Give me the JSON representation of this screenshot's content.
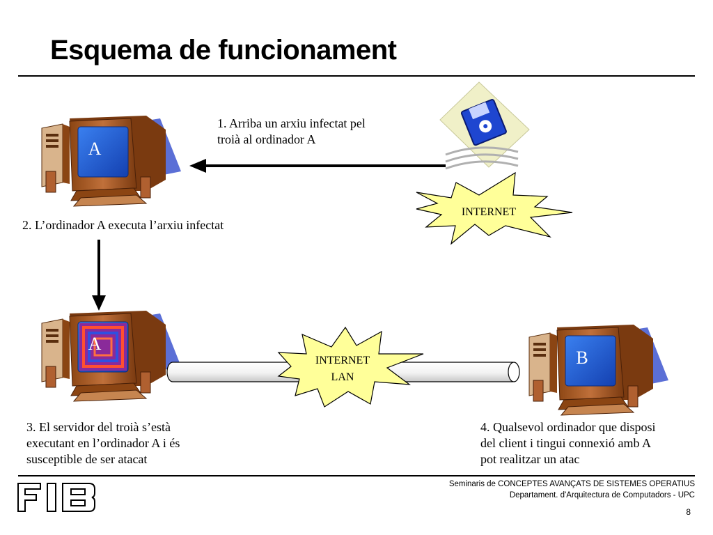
{
  "slide": {
    "title": "Esquema de funcionament",
    "page_number": "8"
  },
  "steps": {
    "step1": "1. Arriba un arxiu infectat pel\ntroià al ordinador A",
    "step2": "2. L’ordinador A executa l’arxiu infectat",
    "step3": "3. El servidor del troià s’està\nexecutant en l’ordinador A i és\nsusceptible de ser atacat",
    "step4": "4. Qualsevol ordinador que disposi\ndel client i tingui connexió amb A\npot realitzar un atac"
  },
  "nodes": {
    "computer_a_label": "A",
    "computer_a_infected_label": "A",
    "computer_b_label": "B",
    "internet_burst_label": "INTERNET",
    "lan_burst_line1": "INTERNET",
    "lan_burst_line2": "LAN"
  },
  "footer": {
    "line1": "Seminaris de CONCEPTES AVANÇATS DE SISTEMES OPERATIUS",
    "line2": "Departament.  d'Arquitectura de Computadors - UPC",
    "logo_text": "FIB"
  },
  "colors": {
    "burst_fill": "#ffff99",
    "screen_blue": "#1f5ed1",
    "monitor_body": "#a0522d",
    "shadow_blue": "#5b6fd6",
    "floppy_blue": "#1e46d0",
    "floppy_bg": "#f0f0c8"
  }
}
